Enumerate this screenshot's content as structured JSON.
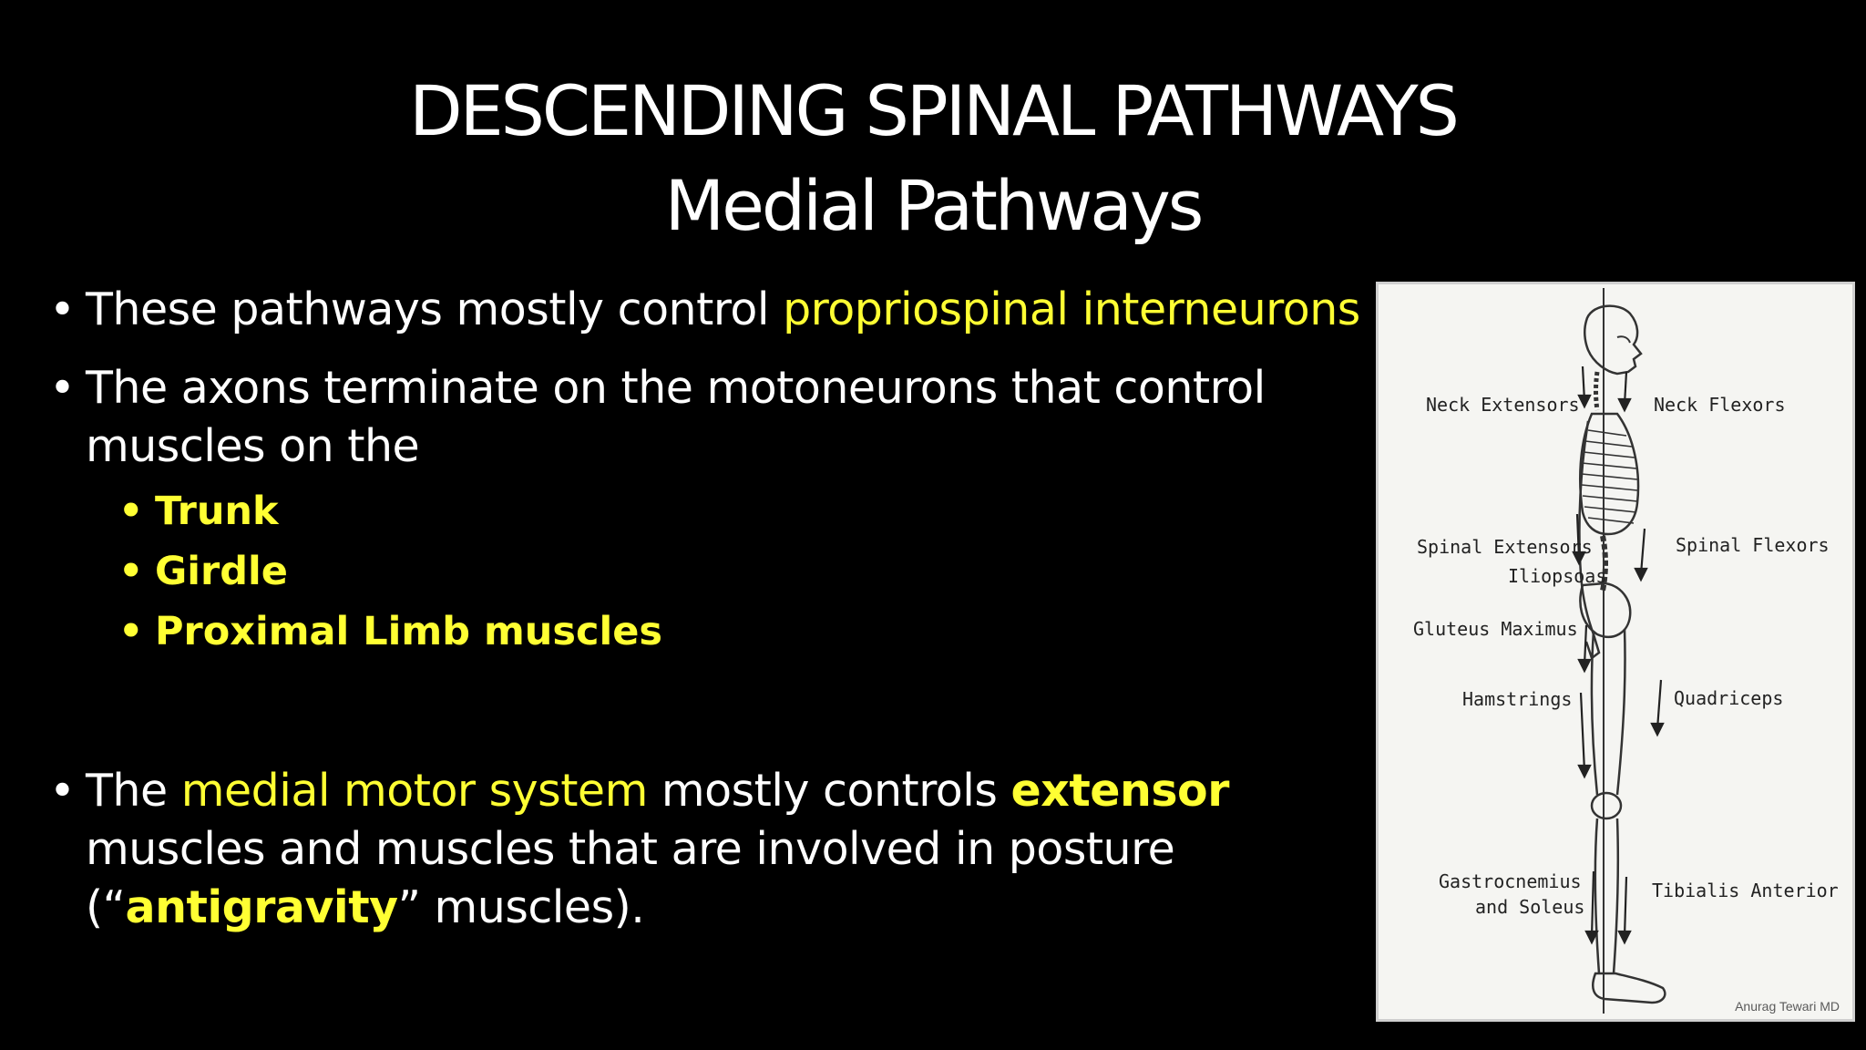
{
  "title": {
    "line1": "DESCENDING SPINAL PATHWAYS",
    "line2": "Medial Pathways"
  },
  "colors": {
    "background": "#000000",
    "text": "#ffffff",
    "highlight": "#ffff33"
  },
  "bullets": {
    "marker": "•",
    "b1_text": "These pathways mostly control ",
    "b1_highlight": "propriospinal interneurons",
    "b2_text": "The axons terminate on the motoneurons that control muscles on the",
    "sub_items": [
      "Trunk",
      "Girdle",
      "Proximal Limb muscles"
    ],
    "b3_part1": "The ",
    "b3_highlight": "medial motor system",
    "b3_part2": " mostly controls ",
    "b3_bold": "extensor",
    "b3_part3": " muscles and muscles that are involved in posture (“",
    "b3_bold2": "antigravity",
    "b3_part4": "” muscles)."
  },
  "figure": {
    "labels": {
      "neck_extensors": "Neck Extensors",
      "neck_flexors": "Neck Flexors",
      "spinal_extensors": "Spinal Extensors",
      "spinal_flexors": "Spinal Flexors",
      "iliopsoas": "Iliopsoas",
      "gluteus_maximus": "Gluteus Maximus",
      "hamstrings": "Hamstrings",
      "quadriceps": "Quadriceps",
      "gastrocnemius": "Gastrocnemius",
      "and_soleus": "and Soleus",
      "tibialis_anterior": "Tibialis Anterior"
    },
    "watermark": "Anurag Tewari MD"
  }
}
